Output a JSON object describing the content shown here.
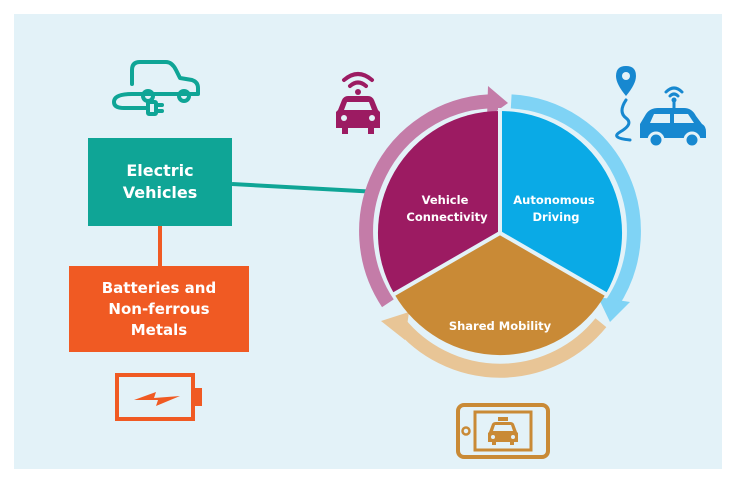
{
  "nodes": {
    "electric_vehicles": "Electric\nVehicles",
    "batteries": "Batteries and\nNon-ferrous\nMetals"
  },
  "cycle": {
    "connectivity": [
      "Vehicle",
      "Connectivity"
    ],
    "autonomous": [
      "Autonomous",
      "Driving"
    ],
    "shared": [
      "Shared Mobility"
    ]
  },
  "colors": {
    "background": "#e3f2f8",
    "ev_teal": "#0fa596",
    "battery_orange": "#f05a23",
    "connectivity_purple": "#9c1b62",
    "connectivity_arrow": "#c47ca8",
    "autonomous_blue": "#0aaae6",
    "autonomous_arrow": "#7fd3f5",
    "shared_gold": "#c98a36",
    "shared_arrow": "#e8c596",
    "car_icon_blue": "#1788d0"
  },
  "icons": [
    "electric-plug-car-icon",
    "connected-car-icon",
    "autonomous-car-location-icon",
    "battery-charging-icon",
    "ride-hailing-phone-icon"
  ]
}
